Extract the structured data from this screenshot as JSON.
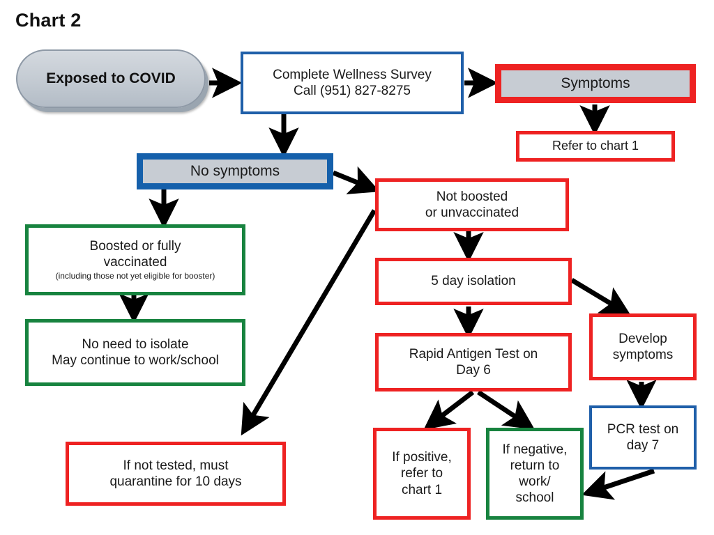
{
  "title": "Chart 2",
  "colors": {
    "red": "#ee2222",
    "green": "#17833f",
    "blue": "#1f5fa9",
    "blue_thick": "#1560ab",
    "gray_fill": "#c7ccd3",
    "arrow": "#000000",
    "background": "#ffffff"
  },
  "nodes": {
    "exposed": {
      "label": "Exposed to COVID",
      "shape": "rounded-terminator",
      "fill": "gray-gradient"
    },
    "survey": {
      "label": "Complete Wellness Survey\nCall (951) 827-8275",
      "border": "blue"
    },
    "symptoms": {
      "label": "Symptoms",
      "border": "red-thick",
      "fill": "gray"
    },
    "refer_chart1_top": {
      "label": "Refer to chart 1",
      "border": "red"
    },
    "no_symptoms": {
      "label": "No symptoms",
      "border": "blue-thick",
      "fill": "gray"
    },
    "boosted": {
      "label": "Boosted or fully\nvaccinated",
      "sublabel": "(including those not yet eligible for booster)",
      "border": "green"
    },
    "no_isolate": {
      "label": "No need to isolate\nMay continue to work/school",
      "border": "green"
    },
    "not_boosted": {
      "label": "Not boosted\nor unvaccinated",
      "border": "red"
    },
    "five_day": {
      "label": "5 day isolation",
      "border": "red"
    },
    "rapid_test": {
      "label": "Rapid Antigen Test on\nDay 6",
      "border": "red"
    },
    "develop_symptoms": {
      "label": "Develop\nsymptoms",
      "border": "red"
    },
    "pcr_test": {
      "label": "PCR test on\nday 7",
      "border": "blue"
    },
    "not_tested": {
      "label": "If not tested, must\nquarantine for 10 days",
      "border": "red"
    },
    "if_positive": {
      "label": "If positive,\nrefer to\nchart 1",
      "border": "red"
    },
    "if_negative": {
      "label": "If negative,\nreturn to\nwork/\nschool",
      "border": "green"
    }
  },
  "edges": [
    {
      "name": "exposed-to-survey",
      "from": "exposed",
      "to": "survey"
    },
    {
      "name": "survey-to-symptoms",
      "from": "survey",
      "to": "symptoms"
    },
    {
      "name": "symptoms-to-refer-chart1",
      "from": "symptoms",
      "to": "refer_chart1_top"
    },
    {
      "name": "survey-to-no-symptoms",
      "from": "survey",
      "to": "no_symptoms"
    },
    {
      "name": "no-symptoms-to-boosted",
      "from": "no_symptoms",
      "to": "boosted"
    },
    {
      "name": "boosted-to-no-isolate",
      "from": "boosted",
      "to": "no_isolate"
    },
    {
      "name": "no-symptoms-to-not-boosted",
      "from": "no_symptoms",
      "to": "not_boosted"
    },
    {
      "name": "not-boosted-to-not-tested",
      "from": "not_boosted",
      "to": "not_tested"
    },
    {
      "name": "not-boosted-to-five-day",
      "from": "not_boosted",
      "to": "five_day"
    },
    {
      "name": "five-day-to-rapid-test",
      "from": "five_day",
      "to": "rapid_test"
    },
    {
      "name": "five-day-to-develop-symptoms",
      "from": "five_day",
      "to": "develop_symptoms"
    },
    {
      "name": "rapid-test-to-if-positive",
      "from": "rapid_test",
      "to": "if_positive"
    },
    {
      "name": "rapid-test-to-if-negative",
      "from": "rapid_test",
      "to": "if_negative"
    },
    {
      "name": "develop-symptoms-to-pcr-test",
      "from": "develop_symptoms",
      "to": "pcr_test"
    },
    {
      "name": "pcr-test-to-if-negative",
      "from": "pcr_test",
      "to": "if_negative"
    }
  ],
  "chart_data": {
    "type": "flowchart",
    "title": "Chart 2",
    "description": "COVID-19 exposure decision flowchart",
    "node_count": 15,
    "edge_count": 15
  }
}
